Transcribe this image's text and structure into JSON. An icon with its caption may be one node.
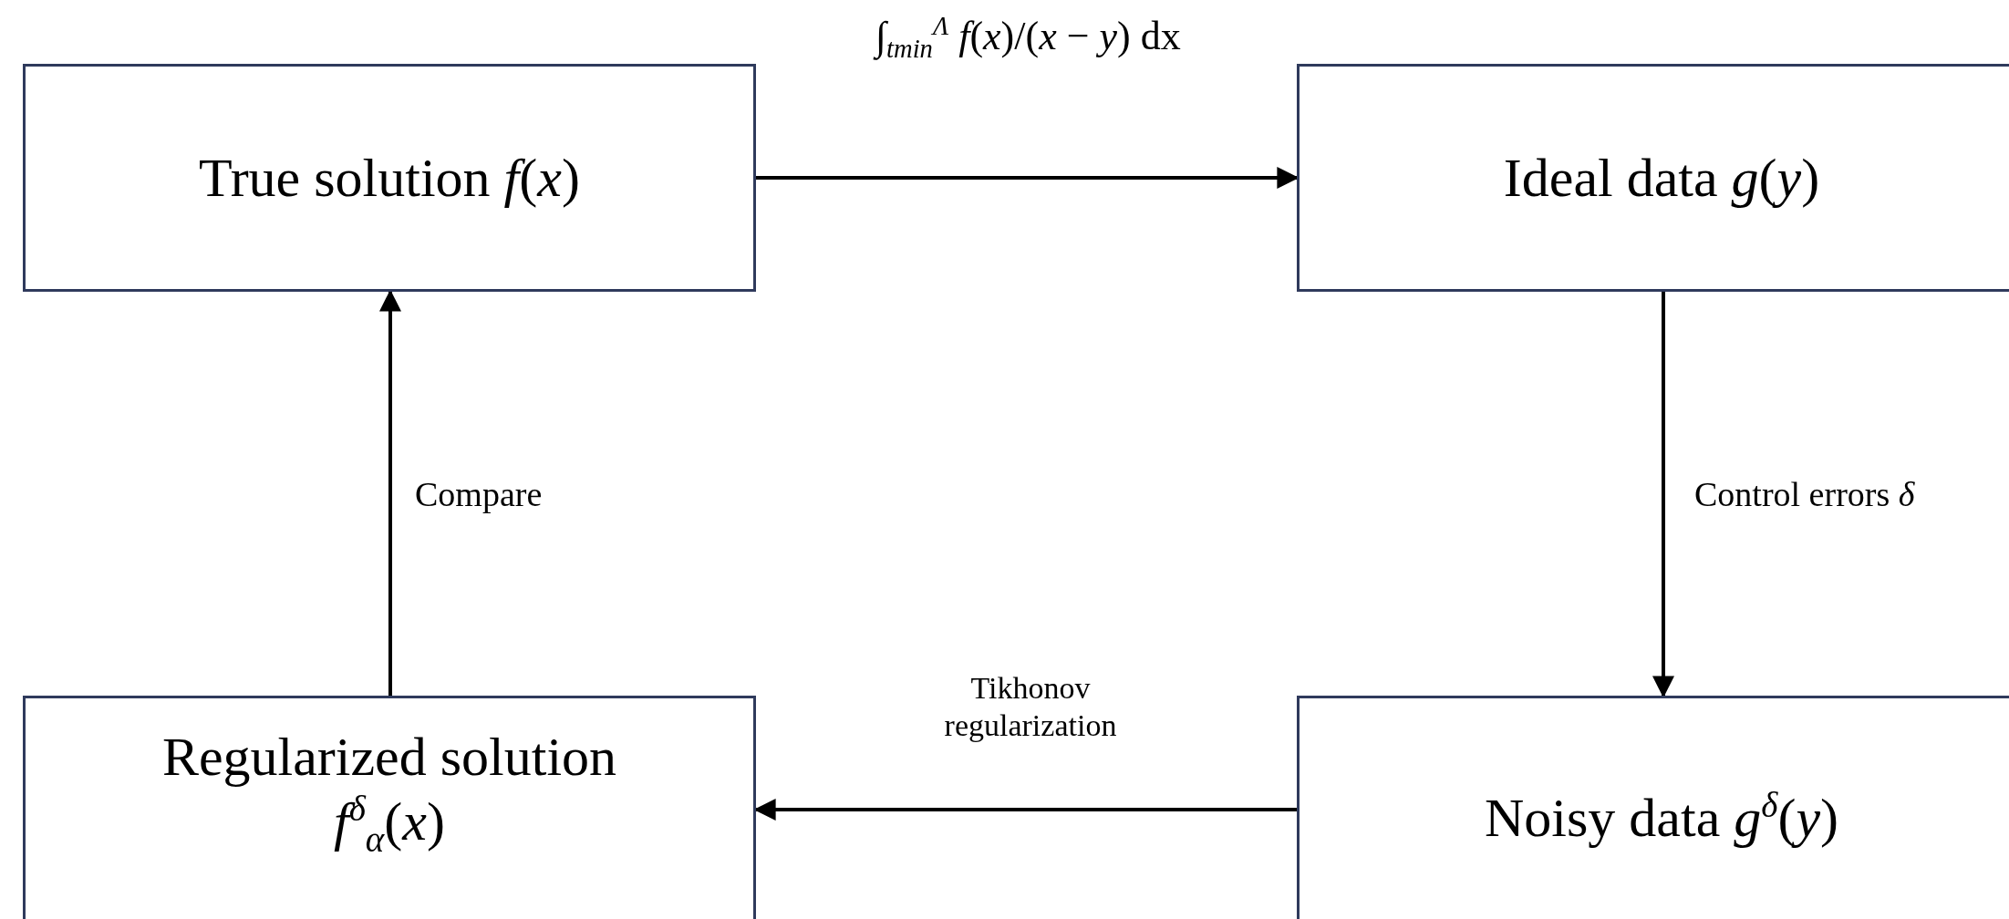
{
  "diagram": {
    "nodes": [
      {
        "text": [
          "True solution *f*(*x*)"
        ]
      },
      {
        "text": [
          "Ideal data *g*(*y*)"
        ]
      },
      {
        "text": [
          "Regularized solution *f*$^{δ}$$_{α}$(*x*)"
        ]
      },
      {
        "text": [
          "Noisy data *g*$^{δ}$(*y*)"
        ]
      }
    ],
    "edges": [
      {
        "from": 0,
        "to": 1,
        "arrow": "to",
        "label": "∫$_{tmin}$$^{Λ}$ *f*(*x*)/(*x* − *y*) dx"
      },
      {
        "from": 1,
        "to": 3,
        "arrow": "to",
        "label": "Control errors *δ*"
      },
      {
        "from": 3,
        "to": 2,
        "arrow": "to",
        "label": "Tikhonov regularization"
      },
      {
        "from": 2,
        "to": 0,
        "arrow": "to",
        "label": "Compare"
      }
    ]
  }
}
